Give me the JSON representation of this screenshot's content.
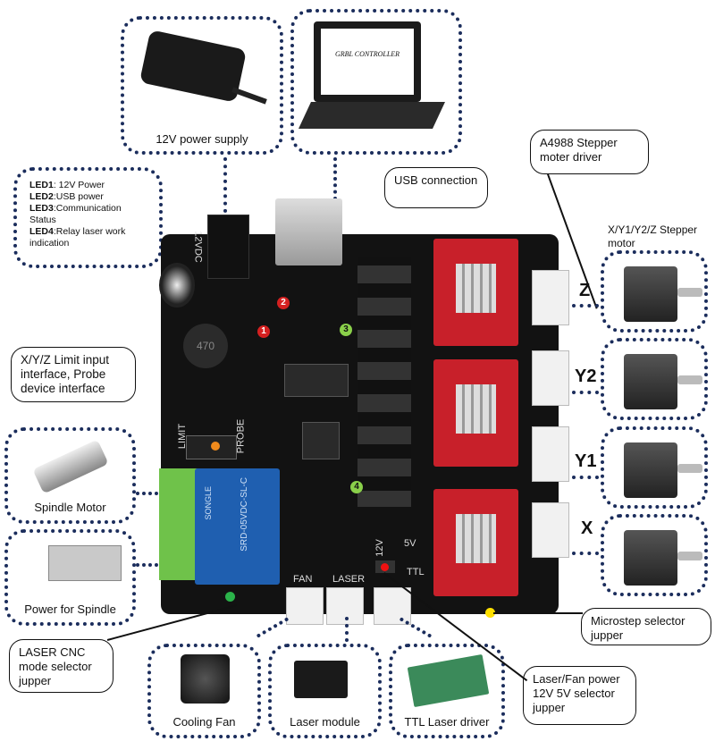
{
  "devices": {
    "power_supply": "12V power supply",
    "laptop_screen": "GRBL CONTROLLER",
    "spindle_motor": "Spindle Motor",
    "power_for_spindle": "Power for Spindle",
    "cooling_fan": "Cooling Fan",
    "laser_module": "Laser module",
    "ttl_driver": "TTL Laser driver",
    "stepper_motor_title": "X/Y1/Y2/Z Stepper motor"
  },
  "leds": [
    {
      "name": "LED1",
      "desc": ": 12V Power"
    },
    {
      "name": "LED2",
      "desc": ":USB power"
    },
    {
      "name": "LED3",
      "desc": ":Communication Status"
    },
    {
      "name": "LED4",
      "desc": ":Relay laser work indication"
    }
  ],
  "callouts": {
    "usb": "USB connection",
    "a4988": "A4988   Stepper moter driver",
    "limit": "X/Y/Z Limit input interface,  Probe device interface",
    "microstep": "Microstep selector jupper",
    "laser_cnc": "LASER   CNC mode selector jupper",
    "laser_fan": "Laser/Fan power 12V 5V selector jupper"
  },
  "axes": [
    "Z",
    "Y2",
    "Y1",
    "X"
  ],
  "board": {
    "silk_power": "12VDC",
    "silk_fan": "FAN",
    "silk_laser": "LASER",
    "silk_12v": "12V",
    "silk_5v": "5V",
    "silk_ttl": "TTL",
    "silk_limit": "LIMIT",
    "silk_probe": "PROBE",
    "inductor": "470",
    "relay_model": "SRD-05VDC-SL-C",
    "relay_brand": "SONGLE",
    "badges": [
      "1",
      "2",
      "3",
      "4"
    ]
  },
  "colors": {
    "dotted_border": "#1b2d5c",
    "driver_red": "#c8202a",
    "relay_blue": "#1f5fb0",
    "terminal_green": "#6fc24a"
  }
}
